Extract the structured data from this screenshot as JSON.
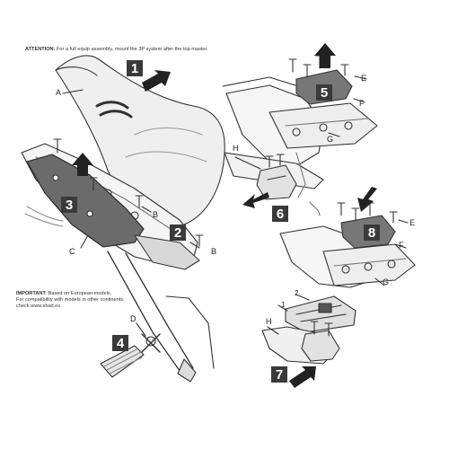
{
  "notes": {
    "attention_heading": "ATTENTION:",
    "attention_text": "For a full equip assembly, mount the 3P system after the top master.",
    "important_heading": "IMPORTANT:",
    "important_text": "Based on European models.",
    "important_line2": "For compatibility with models in other continents,",
    "important_line3": "check www.shad.es"
  },
  "steps": [
    "1",
    "2",
    "3",
    "4",
    "5",
    "6",
    "7",
    "8"
  ],
  "part_labels": {
    "A": "A",
    "B1": "B",
    "B2": "B",
    "C": "C",
    "D": "D",
    "E1": "E",
    "E2": "E",
    "F1": "F",
    "F2": "F",
    "G1": "G",
    "G2": "G",
    "H1": "H",
    "H2": "H",
    "n1": "1",
    "n2": "2"
  },
  "colors": {
    "step_box": "#3a3a3a",
    "line": "#333333",
    "part_fill": "#e8e8e8",
    "dark_fill": "#555555"
  }
}
